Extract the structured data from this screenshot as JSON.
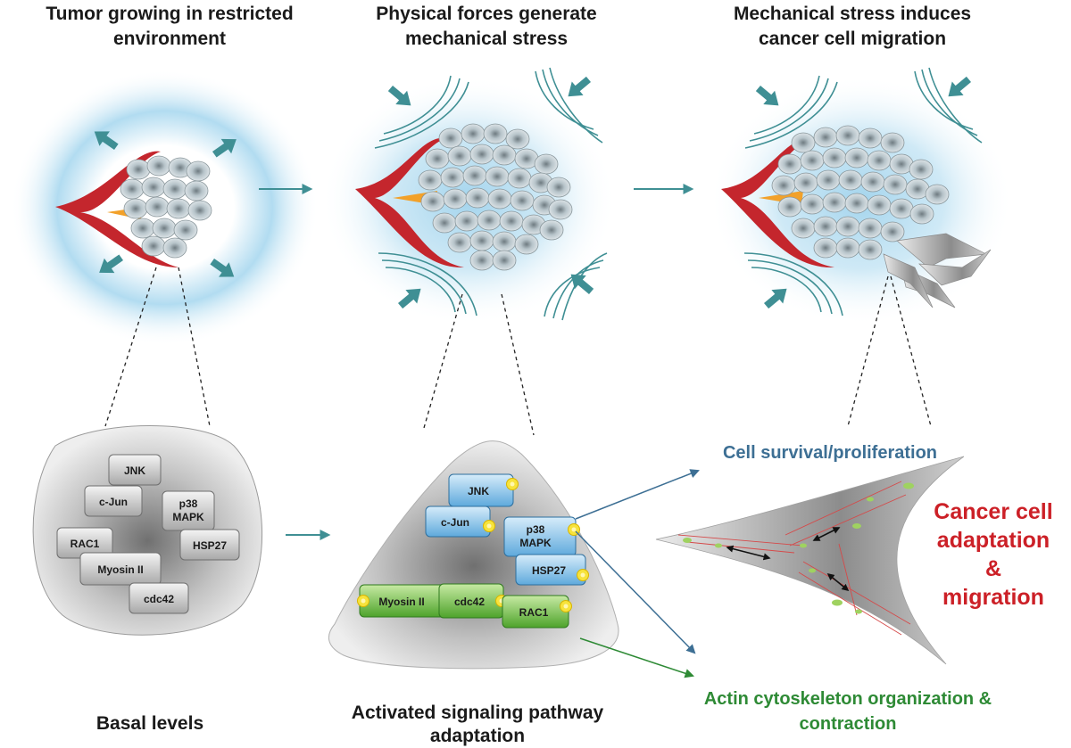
{
  "titles": {
    "panel1": [
      "Tumor growing in restricted",
      "environment"
    ],
    "panel2": [
      "Physical forces generate",
      "mechanical stress"
    ],
    "panel3": [
      "Mechanical stress induces",
      "cancer cell migration"
    ]
  },
  "captions": {
    "basal": "Basal levels",
    "activated": [
      "Activated signaling pathway",
      "adaptation"
    ]
  },
  "basal_proteins": {
    "jnk": "JNK",
    "cjun": "c-Jun",
    "p38": [
      "p38",
      "MAPK"
    ],
    "rac1": "RAC1",
    "hsp27": "HSP27",
    "myosin": "Myosin II",
    "cdc42": "cdc42"
  },
  "activated_proteins": {
    "jnk": "JNK",
    "cjun": "c-Jun",
    "p38": [
      "p38",
      "MAPK"
    ],
    "hsp27": "HSP27",
    "myosin": "Myosin II",
    "cdc42": "cdc42",
    "rac1": "RAC1"
  },
  "outcomes": {
    "survival": "Cell survival/proliferation",
    "actin": [
      "Actin cytoskeleton organization &",
      "contraction"
    ],
    "adaptation": [
      "Cancer cell",
      "adaptation",
      "&",
      "migration"
    ]
  },
  "colors": {
    "arrow_teal": "#3f8f94",
    "vessel_red": "#c4262d",
    "vessel_orange": "#f2a12a",
    "glow_blue": "#9fd2ec",
    "blue_protein": "#7fbde6",
    "green_protein": "#7dc242",
    "phospho_yellow": "#f7e33c",
    "survival_blue": "#3d6f94",
    "actin_green": "#2e8a35",
    "adaptation_red": "#cc2027"
  }
}
